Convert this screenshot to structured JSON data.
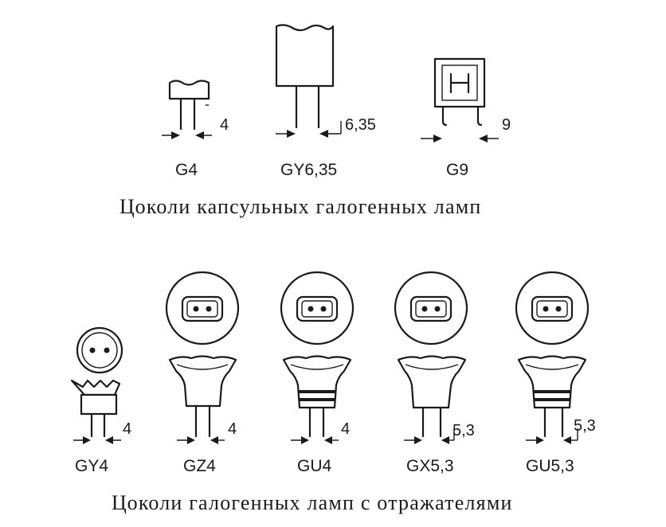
{
  "top_group": {
    "caption": "Цоколи капсульных галогенных ламп",
    "bases": [
      {
        "label": "G4",
        "dimension": "4"
      },
      {
        "label": "GY6,35",
        "dimension": "6,35"
      },
      {
        "label": "G9",
        "dimension": "9"
      }
    ]
  },
  "bottom_group": {
    "caption": "Цоколи галогенных ламп с отражателями",
    "bases": [
      {
        "label": "GY4",
        "dimension": "4"
      },
      {
        "label": "GZ4",
        "dimension": "4"
      },
      {
        "label": "GU4",
        "dimension": "4"
      },
      {
        "label": "GX5,3",
        "dimension": "5,3"
      },
      {
        "label": "GU5,3",
        "dimension": "5,3"
      }
    ]
  },
  "colors": {
    "ink": "#1a1a1a",
    "background": "#ffffff"
  }
}
